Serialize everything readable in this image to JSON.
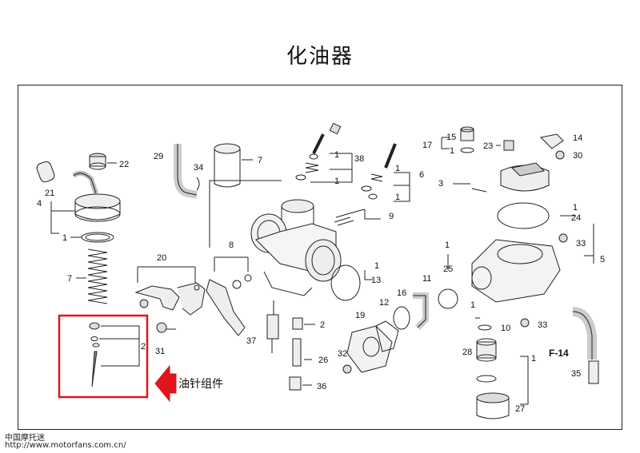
{
  "title": "化油器",
  "callout": "油针组件",
  "footer": {
    "line1": "中国摩托迷",
    "line2": "http://www.motorfans.com.cn/"
  },
  "section_ref": "F-14",
  "colors": {
    "highlight": "#e0151b",
    "line": "#222222"
  },
  "part_labels": {
    "p1": "1",
    "p2": "2",
    "p3": "3",
    "p4": "4",
    "p5": "5",
    "p6": "6",
    "p7": "7",
    "p8": "8",
    "p9": "9",
    "p10": "10",
    "p11": "11",
    "p12": "12",
    "p13": "13",
    "p14": "14",
    "p15": "15",
    "p16": "16",
    "p17": "17",
    "p19": "19",
    "p20": "20",
    "p21": "21",
    "p22": "22",
    "p23": "23",
    "p24": "24",
    "p25": "25",
    "p26": "26",
    "p27": "27",
    "p28": "28",
    "p29": "29",
    "p30": "30",
    "p31": "31",
    "p32": "32",
    "p33": "33",
    "p34": "34",
    "p35": "35",
    "p36": "36",
    "p37": "37",
    "p38": "38"
  }
}
